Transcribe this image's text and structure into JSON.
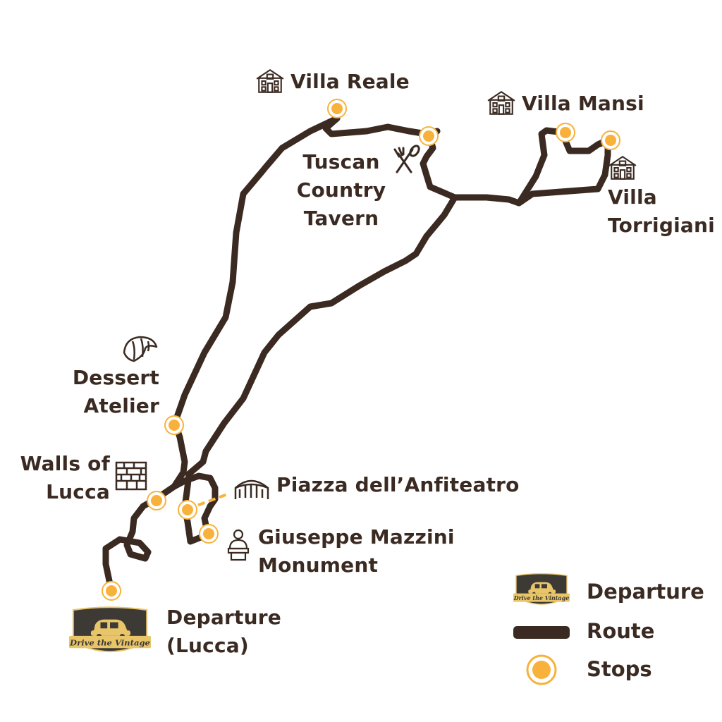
{
  "colors": {
    "route": "#3b2a21",
    "stop_fill": "#f8b23c",
    "stop_ring": "#f8b23c",
    "text": "#3a2a22",
    "badge_dark": "#3d3a36",
    "badge_gold": "#e9c56a",
    "icon": "#3a2a22"
  },
  "brand": {
    "name": "Drive the Vintage"
  },
  "labels": {
    "villa_reale": "Villa Reale",
    "villa_mansi": "Villa Mansi",
    "villa_torrigiani_1": "Villa",
    "villa_torrigiani_2": "Torrigiani",
    "tavern_1": "Tuscan",
    "tavern_2": "Country",
    "tavern_3": "Tavern",
    "dessert_1": "Dessert",
    "dessert_2": "Atelier",
    "walls_1": "Walls of",
    "walls_2": "Lucca",
    "piazza": "Piazza dell’Anfiteatro",
    "mazzini_1": "Giuseppe Mazzini",
    "mazzini_2": "Monument",
    "departure_1": "Departure",
    "departure_2": "(Lucca)"
  },
  "icons": {
    "villa_reale": "villa-icon",
    "villa_mansi": "villa-icon",
    "villa_torrigiani": "villa-icon",
    "tavern": "fork-spoon-icon",
    "dessert": "croissant-icon",
    "walls": "brick-wall-icon",
    "piazza": "amphitheatre-icon",
    "mazzini": "bust-monument-icon",
    "departure": "vintage-car-badge-icon"
  },
  "legend": {
    "departure": "Departure",
    "route": "Route",
    "stops": "Stops"
  }
}
